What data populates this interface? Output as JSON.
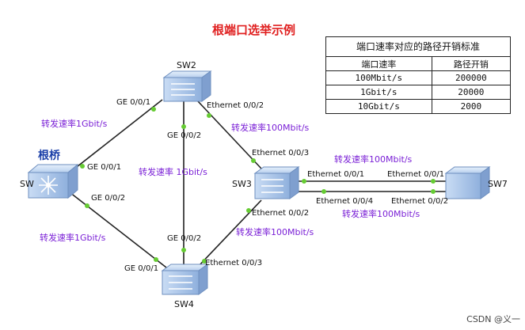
{
  "title": "根端口选举示例",
  "root_label": "根桥",
  "devices": {
    "sw": "SW",
    "sw2": "SW2",
    "sw3": "SW3",
    "sw4": "SW4",
    "sw7": "SW7"
  },
  "ports": {
    "sw_sw2": "GE 0/0/1",
    "sw2_sw": "GE 0/0/1",
    "sw_sw4": "GE 0/0/2",
    "sw4_sw": "GE 0/0/1",
    "sw2_sw4": "GE 0/0/2",
    "sw4_sw2": "GE 0/0/2",
    "sw2_sw3": "Ethernet 0/0/2",
    "sw3_sw2": "Ethernet 0/0/3",
    "sw3_sw4": "Ethernet 0/0/2",
    "sw4_sw3": "Ethernet 0/0/3",
    "sw3_sw7_a": "Ethernet 0/0/1",
    "sw7_sw3_a": "Ethernet 0/0/1",
    "sw3_sw7_b": "Ethernet 0/0/4",
    "sw7_sw3_b": "Ethernet 0/0/2"
  },
  "speeds": {
    "sw_sw2": "转发速率1Gbit/s",
    "sw2_sw4": "转发速率 1Gbit/s",
    "sw2_sw3": "转发速率100Mbit/s",
    "sw_sw4": "转发速率1Gbit/s",
    "sw3_sw4": "转发速率100Mbit/s",
    "sw3_sw7_a": "转发速率100Mbit/s",
    "sw3_sw7_b": "转发速率100Mbit/s"
  },
  "cost_table": {
    "caption": "端口速率对应的路径开销标准",
    "headers": [
      "端口速率",
      "路径开销"
    ],
    "rows": [
      [
        "100Mbit/s",
        "200000"
      ],
      [
        "1Gbit/s",
        "20000"
      ],
      [
        "10Gbit/s",
        "2000"
      ]
    ]
  },
  "watermark": "CSDN @义一",
  "colors": {
    "title": "#e02020",
    "speed_text": "#7a1fd6",
    "root_text": "#1a3fa8",
    "port_dot": "#66cc33",
    "switch_body": "#a8c6ea"
  }
}
